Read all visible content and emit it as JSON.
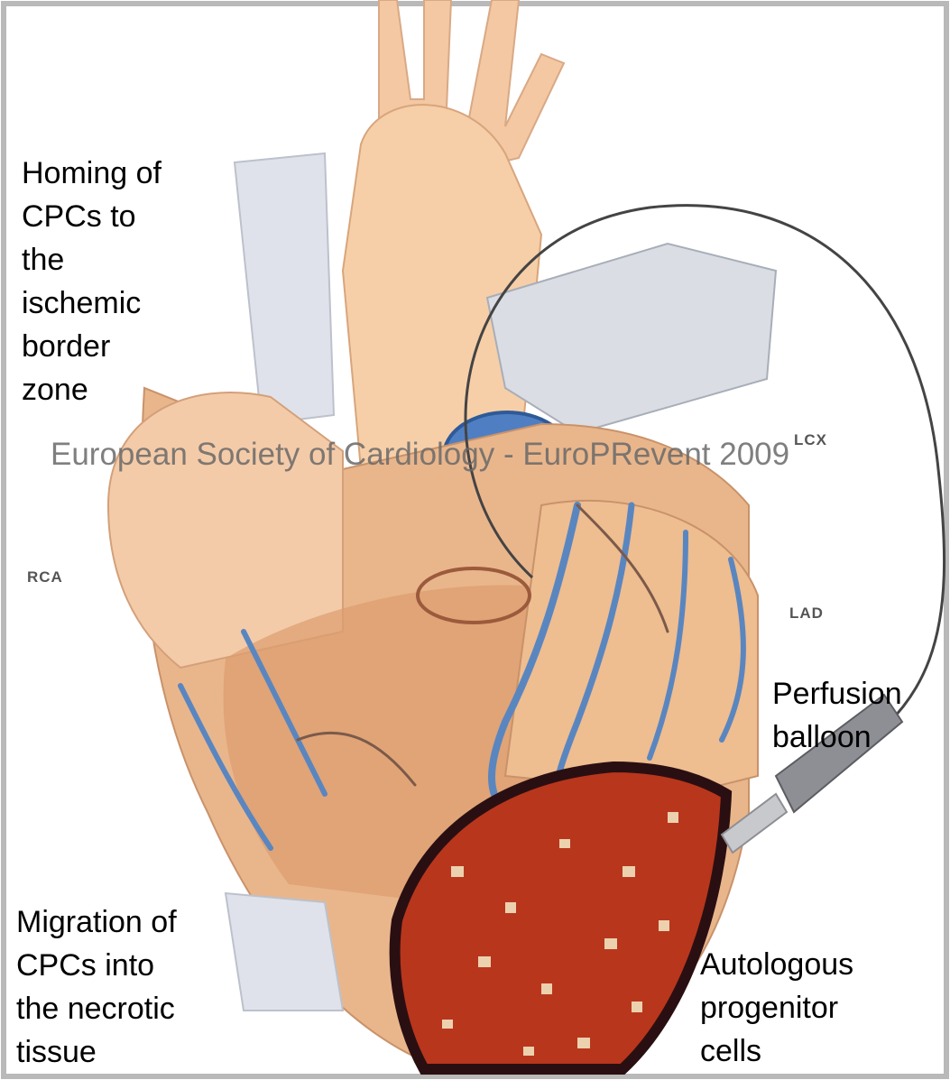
{
  "labels": {
    "homing": [
      "Homing of",
      "CPCs to",
      "the",
      "ischemic",
      "border",
      "zone"
    ],
    "migration": [
      "Migration of",
      "CPCs into",
      "the necrotic",
      "tissue"
    ],
    "perfusion": [
      "Perfusion",
      "balloon"
    ],
    "autologous": [
      "Autologous",
      "progenitor",
      "cells"
    ]
  },
  "watermark": "European Society of Cardiology - EuroPRevent 2009",
  "vessel_labels": {
    "rca": "RCA",
    "lad": "LAD",
    "lcx": "LCX"
  },
  "colors": {
    "myocardium": "#e8b48a",
    "aorta": "#f6cfa8",
    "vein": "#5a86c0",
    "necrotic": "#b8361c",
    "catheter": "#444444"
  }
}
